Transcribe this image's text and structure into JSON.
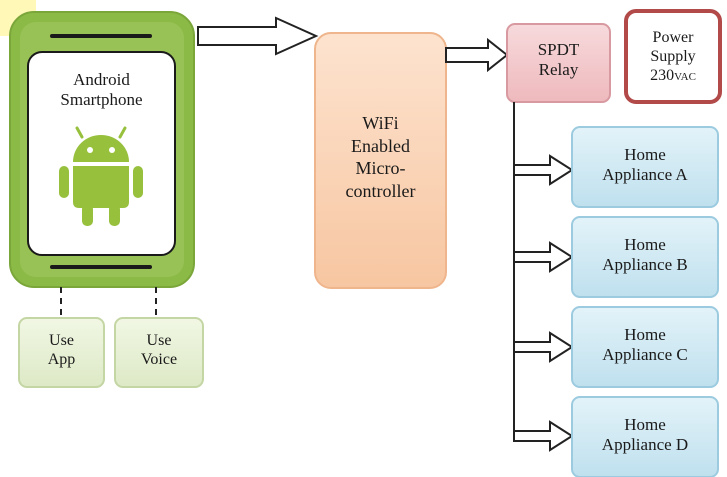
{
  "phone": {
    "label_line1": "Android",
    "label_line2": "Smartphone",
    "icon": "android-robot-icon",
    "body_color": "#8fbc4a",
    "robot_color": "#97c03d"
  },
  "inputs": [
    {
      "line1": "Use",
      "line2": "App"
    },
    {
      "line1": "Use",
      "line2": "Voice"
    }
  ],
  "microcontroller": {
    "lines": [
      "WiFi",
      "Enabled",
      "Micro-",
      "controller"
    ],
    "fill": "#fbd3b4"
  },
  "relay": {
    "line1": "SPDT",
    "line2": "Relay",
    "fill": "#f3c9cc"
  },
  "power_supply": {
    "line1": "Power",
    "line2": "Supply",
    "line3": "230",
    "unit": "VAC",
    "border": "#b24a4a"
  },
  "appliances": [
    {
      "line1": "Home",
      "line2": "Appliance A"
    },
    {
      "line1": "Home",
      "line2": "Appliance B"
    },
    {
      "line1": "Home",
      "line2": "Appliance C"
    },
    {
      "line1": "Home",
      "line2": "Appliance D"
    }
  ],
  "colors": {
    "input_fill": "#e8f1d4",
    "appliance_fill": "#cfe8f2",
    "line": "#222222"
  }
}
